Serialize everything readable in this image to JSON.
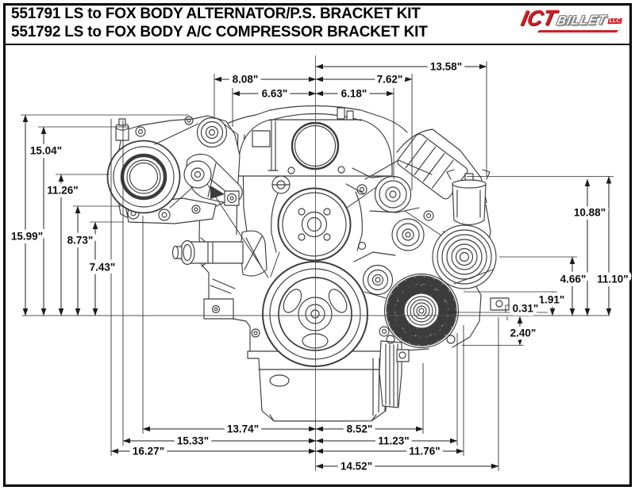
{
  "header": {
    "line1": "551791 LS to FOX BODY ALTERNATOR/P.S. BRACKET KIT",
    "line2": "551792 LS to FOX BODY A/C COMPRESSOR BRACKET KIT",
    "logo": {
      "ict": "ICT",
      "billet": "BILLET",
      "llc": "LLC"
    }
  },
  "dimensions": {
    "top": [
      "13.58\"",
      "8.08\"",
      "7.62\"",
      "6.63\"",
      "6.18\""
    ],
    "left": [
      "15.99\"",
      "15.04\"",
      "11.26\"",
      "8.73\"",
      "7.43\""
    ],
    "right": [
      "10.88\"",
      "11.10\"",
      "4.66\"",
      "1.91\"",
      "0.31\"",
      "2.40\""
    ],
    "bottom": [
      "13.74\"",
      "8.52\"",
      "15.33\"",
      "11.23\"",
      "16.27\"",
      "11.76\"",
      "14.52\""
    ]
  },
  "colors": {
    "accent_red": "#cd2027",
    "drawing_line": "#3c3c3c",
    "dimension_ink": "#1c1c1c"
  }
}
